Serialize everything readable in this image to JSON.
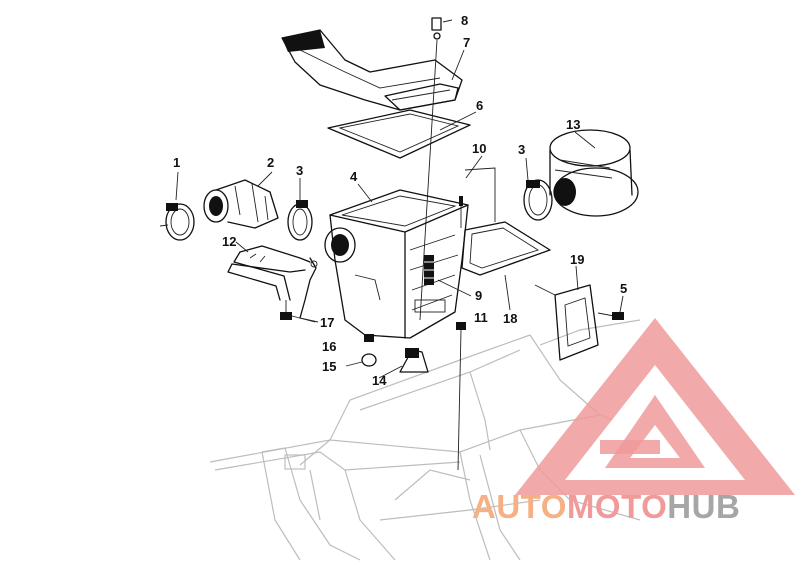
{
  "callouts": [
    {
      "id": "c1",
      "label": "1"
    },
    {
      "id": "c2",
      "label": "2"
    },
    {
      "id": "c3a",
      "label": "3"
    },
    {
      "id": "c3b",
      "label": "3"
    },
    {
      "id": "c4",
      "label": "4"
    },
    {
      "id": "c5",
      "label": "5"
    },
    {
      "id": "c6",
      "label": "6"
    },
    {
      "id": "c7",
      "label": "7"
    },
    {
      "id": "c8",
      "label": "8"
    },
    {
      "id": "c9",
      "label": "9"
    },
    {
      "id": "c10",
      "label": "10"
    },
    {
      "id": "c11",
      "label": "11"
    },
    {
      "id": "c12",
      "label": "12"
    },
    {
      "id": "c13",
      "label": "13"
    },
    {
      "id": "c14",
      "label": "14"
    },
    {
      "id": "c15",
      "label": "15"
    },
    {
      "id": "c16",
      "label": "16"
    },
    {
      "id": "c17",
      "label": "17"
    },
    {
      "id": "c18",
      "label": "18"
    },
    {
      "id": "c19",
      "label": "19"
    }
  ],
  "watermark": {
    "part1": "AUTO",
    "part2": "MOTO",
    "part3": "HUB",
    "colors": {
      "orange": "#f5b183",
      "red": "#f09a9a",
      "gray": "#a6a6a6"
    }
  }
}
